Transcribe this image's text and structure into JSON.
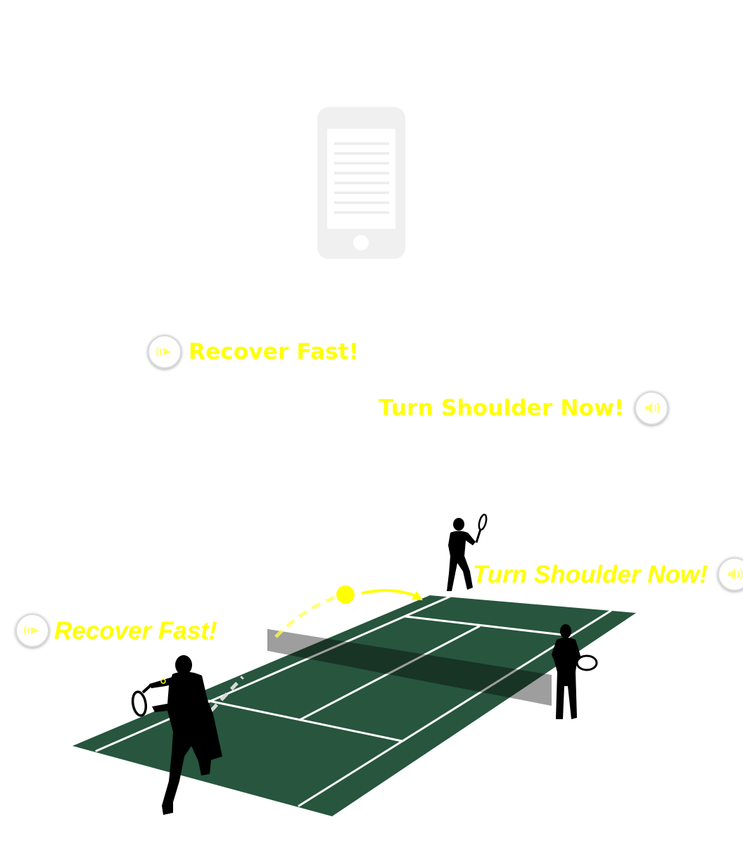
{
  "colors": {
    "cue_yellow": "#ffff00",
    "court_green": "#27553d",
    "court_lines": "#ffffff",
    "net_gray": "#8a8a8a",
    "phone_gray": "#f0f0f0",
    "silhouette": "#000000"
  },
  "phone": {
    "icon": "smartphone-document-icon"
  },
  "audio_cues": [
    {
      "id": "top-recover",
      "text": "Recover Fast!",
      "icon": "play-audio-icon"
    },
    {
      "id": "top-turn",
      "text": "Turn Shoulder Now!",
      "icon": "speaker-audio-icon"
    },
    {
      "id": "court-turn",
      "text": "Turn Shoulder Now!",
      "icon": "speaker-audio-icon"
    },
    {
      "id": "court-recover",
      "text": "Recover Fast!",
      "icon": "play-audio-icon"
    }
  ],
  "players": [
    {
      "id": "near-player",
      "icon": "tennis-player-forehand-icon"
    },
    {
      "id": "far-player",
      "icon": "tennis-player-ready-icon"
    },
    {
      "id": "side-player",
      "icon": "tennis-player-standing-icon"
    }
  ],
  "ball": {
    "icon": "tennis-ball-icon"
  }
}
